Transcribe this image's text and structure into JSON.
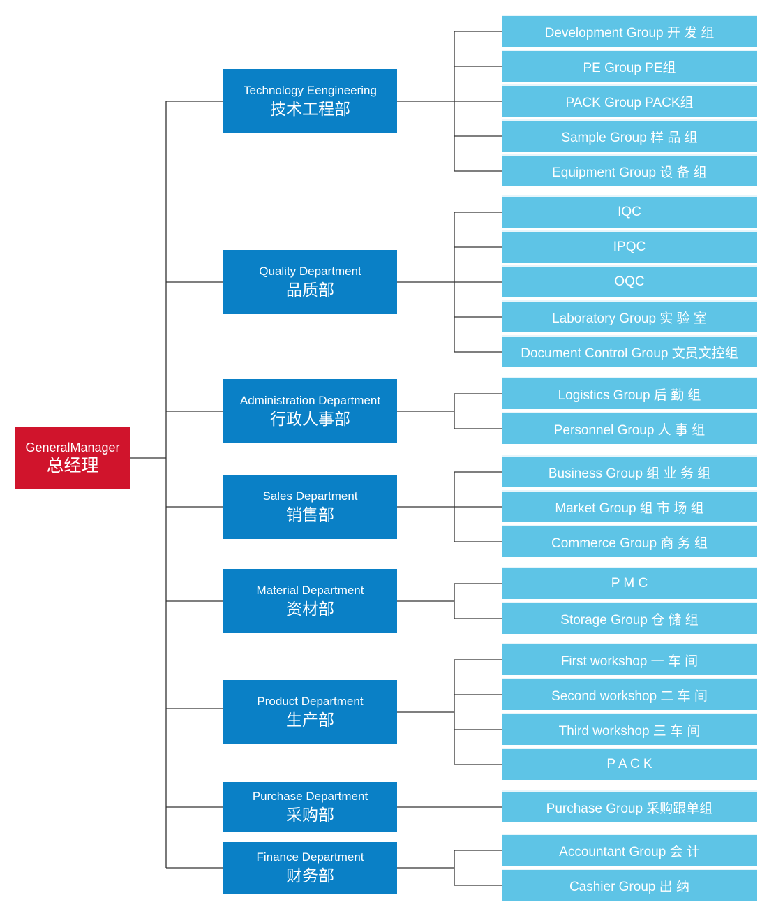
{
  "general_manager": {
    "en": "GeneralManager",
    "zh": "总经理"
  },
  "departments": [
    {
      "en": "Technology Eengineering",
      "zh": "技术工程部",
      "groups": [
        "Development Group  开 发 组",
        "PE  Group  PE组",
        "PACK Group  PACK组",
        "Sample Group  样 品 组",
        "Equipment Group  设 备 组"
      ]
    },
    {
      "en": "Quality Department",
      "zh": "品质部",
      "groups": [
        "IQC",
        "IPQC",
        "OQC",
        "Laboratory Group  实 验 室",
        "Document Control Group  文员文控组"
      ]
    },
    {
      "en": "Administration Department",
      "zh": "行政人事部",
      "groups": [
        "Logistics Group  后 勤 组",
        "Personnel Group  人 事 组"
      ]
    },
    {
      "en": "Sales Department",
      "zh": "销售部",
      "groups": [
        "Business Group  组 业 务 组",
        "Market Group  组 市 场 组",
        "Commerce Group  商 务 组"
      ]
    },
    {
      "en": "Material Department",
      "zh": "资材部",
      "groups": [
        "P M C",
        "Storage Group  仓 储 组"
      ]
    },
    {
      "en": "Product Department",
      "zh": "生产部",
      "groups": [
        "First workshop   一 车 间",
        "Second workshop  二 车 间",
        "Third workshop  三 车 间",
        "P A C K"
      ]
    },
    {
      "en": "Purchase Department",
      "zh": "采购部",
      "groups": [
        "Purchase Group  采购跟单组"
      ]
    },
    {
      "en": "Finance Department",
      "zh": "财务部",
      "groups": [
        "Accountant Group  会  计",
        "Cashier Group  出  纳"
      ]
    }
  ],
  "colors": {
    "general_manager": "#d0142c",
    "department": "#0a80c6",
    "group": "#5ec4e6",
    "connector": "#333333"
  }
}
